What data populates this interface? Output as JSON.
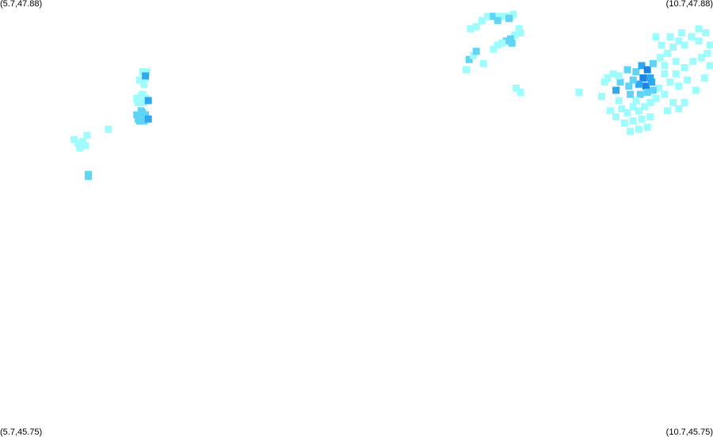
{
  "corners": {
    "top_left": "(5.7,47.88)",
    "top_right": "(10.7,47.88)",
    "bottom_left": "(5.7,45.75)",
    "bottom_right": "(10.7,45.75)"
  },
  "bounds": {
    "lon_min": 5.7,
    "lon_max": 10.7,
    "lat_min": 45.75,
    "lat_max": 47.88
  },
  "colors": {
    "background": "#ffffff",
    "level_1": "#9ffcfc",
    "level_2": "#5fd4f4",
    "level_3": "#2fa8f0",
    "level_4": "#1a86e6"
  },
  "cells": [
    [
      6.7,
      47.53,
      1
    ],
    [
      6.72,
      47.5,
      1
    ],
    [
      6.68,
      47.49,
      1
    ],
    [
      6.71,
      47.47,
      1
    ],
    [
      6.73,
      47.53,
      1
    ],
    [
      6.72,
      47.51,
      3
    ],
    [
      6.69,
      47.41,
      1
    ],
    [
      6.72,
      47.4,
      1
    ],
    [
      6.66,
      47.4,
      1
    ],
    [
      6.71,
      47.38,
      1
    ],
    [
      6.67,
      47.38,
      1
    ],
    [
      6.7,
      47.42,
      1
    ],
    [
      6.74,
      47.39,
      3
    ],
    [
      6.7,
      47.33,
      2
    ],
    [
      6.66,
      47.32,
      2
    ],
    [
      6.69,
      47.31,
      2
    ],
    [
      6.72,
      47.32,
      2
    ],
    [
      6.67,
      47.3,
      2
    ],
    [
      6.71,
      47.29,
      2
    ],
    [
      6.74,
      47.3,
      3
    ],
    [
      6.69,
      47.34,
      2
    ],
    [
      6.68,
      47.29,
      2
    ],
    [
      6.22,
      47.2,
      1
    ],
    [
      6.25,
      47.18,
      1
    ],
    [
      6.28,
      47.19,
      1
    ],
    [
      6.26,
      47.16,
      1
    ],
    [
      6.31,
      47.22,
      1
    ],
    [
      6.46,
      47.25,
      1
    ],
    [
      6.3,
      47.17,
      1
    ],
    [
      6.32,
      47.03,
      2
    ],
    [
      6.32,
      47.02,
      2
    ],
    [
      9.08,
      47.78,
      1
    ],
    [
      9.12,
      47.8,
      1
    ],
    [
      9.16,
      47.8,
      2
    ],
    [
      9.2,
      47.8,
      1
    ],
    [
      9.24,
      47.8,
      1
    ],
    [
      9.28,
      47.8,
      1
    ],
    [
      9.3,
      47.81,
      1
    ],
    [
      9.19,
      47.78,
      2
    ],
    [
      9.27,
      47.79,
      2
    ],
    [
      9.04,
      47.75,
      1
    ],
    [
      9.0,
      47.74,
      1
    ],
    [
      9.34,
      47.74,
      1
    ],
    [
      9.31,
      47.71,
      1
    ],
    [
      9.28,
      47.69,
      2
    ],
    [
      9.25,
      47.68,
      2
    ],
    [
      9.22,
      47.67,
      1
    ],
    [
      9.19,
      47.66,
      1
    ],
    [
      9.16,
      47.64,
      1
    ],
    [
      9.35,
      47.72,
      1
    ],
    [
      9.29,
      47.67,
      2
    ],
    [
      8.99,
      47.59,
      2
    ],
    [
      9.02,
      47.61,
      1
    ],
    [
      9.04,
      47.63,
      2
    ],
    [
      9.09,
      47.57,
      1
    ],
    [
      9.32,
      47.45,
      1
    ],
    [
      9.35,
      47.43,
      1
    ],
    [
      9.76,
      47.43,
      1
    ],
    [
      8.97,
      47.54,
      1
    ],
    [
      10.1,
      47.54,
      2
    ],
    [
      10.16,
      47.53,
      2
    ],
    [
      10.2,
      47.56,
      3
    ],
    [
      10.24,
      47.54,
      4
    ],
    [
      10.26,
      47.5,
      3
    ],
    [
      10.21,
      47.5,
      4
    ],
    [
      10.18,
      47.47,
      3
    ],
    [
      10.23,
      47.46,
      4
    ],
    [
      10.27,
      47.48,
      3
    ],
    [
      10.14,
      47.49,
      2
    ],
    [
      10.11,
      47.46,
      2
    ],
    [
      10.05,
      47.48,
      2
    ],
    [
      10.24,
      47.43,
      2
    ],
    [
      10.19,
      47.42,
      2
    ],
    [
      10.28,
      47.57,
      2
    ],
    [
      10.33,
      47.6,
      1
    ],
    [
      10.38,
      47.62,
      1
    ],
    [
      10.42,
      47.65,
      1
    ],
    [
      10.46,
      47.68,
      1
    ],
    [
      10.5,
      47.66,
      1
    ],
    [
      10.55,
      47.7,
      1
    ],
    [
      10.6,
      47.68,
      1
    ],
    [
      10.65,
      47.72,
      1
    ],
    [
      10.68,
      47.66,
      1
    ],
    [
      10.44,
      47.58,
      1
    ],
    [
      10.5,
      47.55,
      1
    ],
    [
      10.56,
      47.58,
      1
    ],
    [
      10.62,
      47.6,
      1
    ],
    [
      10.36,
      47.52,
      1
    ],
    [
      10.4,
      47.48,
      1
    ],
    [
      10.46,
      47.46,
      1
    ],
    [
      10.52,
      47.49,
      1
    ],
    [
      10.58,
      47.44,
      1
    ],
    [
      10.64,
      47.5,
      1
    ],
    [
      10.36,
      47.42,
      1
    ],
    [
      10.3,
      47.4,
      1
    ],
    [
      10.26,
      47.38,
      1
    ],
    [
      10.22,
      47.36,
      1
    ],
    [
      10.18,
      47.34,
      1
    ],
    [
      10.14,
      47.36,
      1
    ],
    [
      10.1,
      47.33,
      1
    ],
    [
      10.06,
      47.35,
      1
    ],
    [
      10.02,
      47.31,
      1
    ],
    [
      9.98,
      47.34,
      1
    ],
    [
      10.08,
      47.28,
      1
    ],
    [
      10.14,
      47.29,
      1
    ],
    [
      10.2,
      47.3,
      1
    ],
    [
      10.26,
      47.31,
      1
    ],
    [
      10.24,
      47.26,
      1
    ],
    [
      10.18,
      47.25,
      1
    ],
    [
      10.12,
      47.24,
      1
    ],
    [
      10.42,
      47.38,
      1
    ],
    [
      10.46,
      47.35,
      1
    ],
    [
      10.5,
      47.38,
      1
    ],
    [
      10.38,
      47.34,
      1
    ],
    [
      9.96,
      47.5,
      1
    ],
    [
      10.0,
      47.52,
      1
    ],
    [
      10.04,
      47.51,
      1
    ],
    [
      9.94,
      47.48,
      1
    ],
    [
      10.02,
      47.44,
      3
    ],
    [
      10.3,
      47.7,
      1
    ],
    [
      10.34,
      47.66,
      1
    ],
    [
      10.4,
      47.7,
      1
    ],
    [
      10.48,
      47.72,
      1
    ],
    [
      10.6,
      47.74,
      1
    ],
    [
      10.66,
      47.62,
      1
    ],
    [
      10.68,
      47.56,
      1
    ],
    [
      10.32,
      47.45,
      1
    ],
    [
      10.28,
      47.44,
      2
    ],
    [
      10.16,
      47.39,
      1
    ],
    [
      10.04,
      47.39,
      1
    ],
    [
      9.92,
      47.41,
      1
    ],
    [
      10.12,
      47.42,
      2
    ],
    [
      10.36,
      47.56,
      1
    ],
    [
      10.44,
      47.52,
      1
    ]
  ]
}
